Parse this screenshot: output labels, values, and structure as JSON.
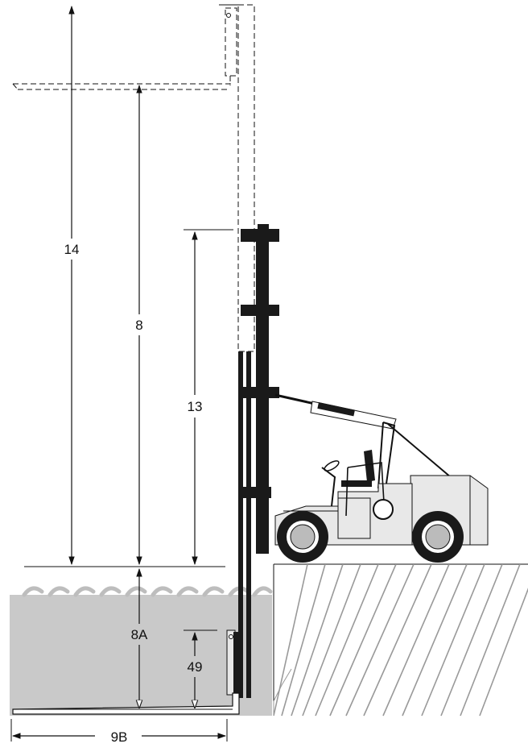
{
  "dimensions": {
    "d14": "14",
    "d8": "8",
    "d13": "13",
    "d8a": "8A",
    "d49": "49",
    "d9b": "9B"
  },
  "colors": {
    "water": "#c9c9c9",
    "truck_body": "#e8e8e8",
    "hatch": "#999999",
    "ink": "#111111"
  }
}
